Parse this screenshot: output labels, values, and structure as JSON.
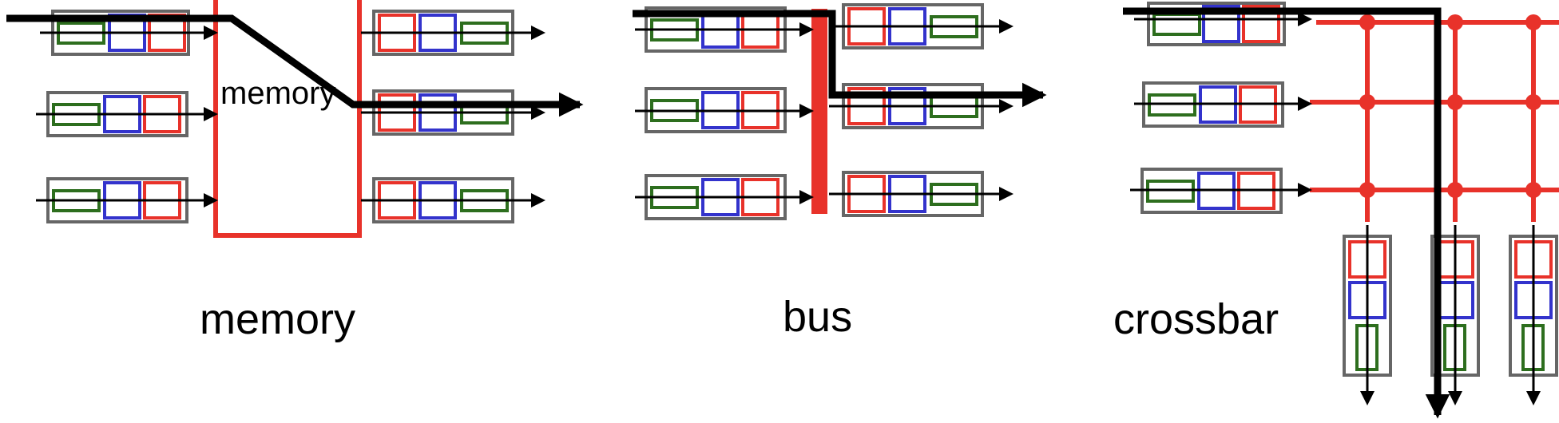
{
  "titles": {
    "memory": "memory",
    "bus": "bus",
    "crossbar": "crossbar"
  },
  "memory_fabric_label": "memory",
  "colors": {
    "fabric": "#e8322a",
    "port_frame": "#666666",
    "red_cell": "#e8322a",
    "blue_cell": "#3333cc",
    "green_cell": "#2d6e1e",
    "arrow": "#000000"
  }
}
